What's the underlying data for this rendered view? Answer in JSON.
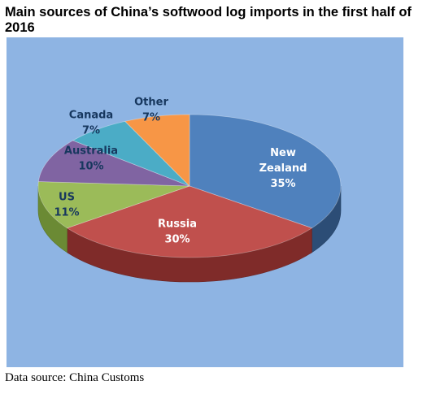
{
  "title": "Main sources of China’s softwood log imports in the first half of 2016",
  "source": "Data source: China Customs",
  "chart_data": {
    "type": "pie",
    "style": "3d",
    "slices": [
      {
        "label_lines": [
          "New",
          "Zealand"
        ],
        "value_label": "35%",
        "value": 35,
        "color": "#4f81bd",
        "side_color": "#2c4d76"
      },
      {
        "label_lines": [
          "Russia"
        ],
        "value_label": "30%",
        "value": 30,
        "color": "#c0504d",
        "side_color": "#7f2b29"
      },
      {
        "label_lines": [
          "US"
        ],
        "value_label": "11%",
        "value": 11,
        "color": "#9bbb59",
        "side_color": "#6b8a34"
      },
      {
        "label_lines": [
          "Australia"
        ],
        "value_label": "10%",
        "value": 10,
        "color": "#8064a2",
        "side_color": "#52406b"
      },
      {
        "label_lines": [
          "Canada"
        ],
        "value_label": "7%",
        "value": 7,
        "color": "#4bacc6",
        "side_color": "#2b7287"
      },
      {
        "label_lines": [
          "Other"
        ],
        "value_label": "7%",
        "value": 7,
        "color": "#f79646",
        "side_color": "#b5651d"
      }
    ]
  },
  "colors": {
    "chart_background": "#8eb4e3",
    "label_on_dark": "#ffffff",
    "label_on_light": "#17375e"
  }
}
